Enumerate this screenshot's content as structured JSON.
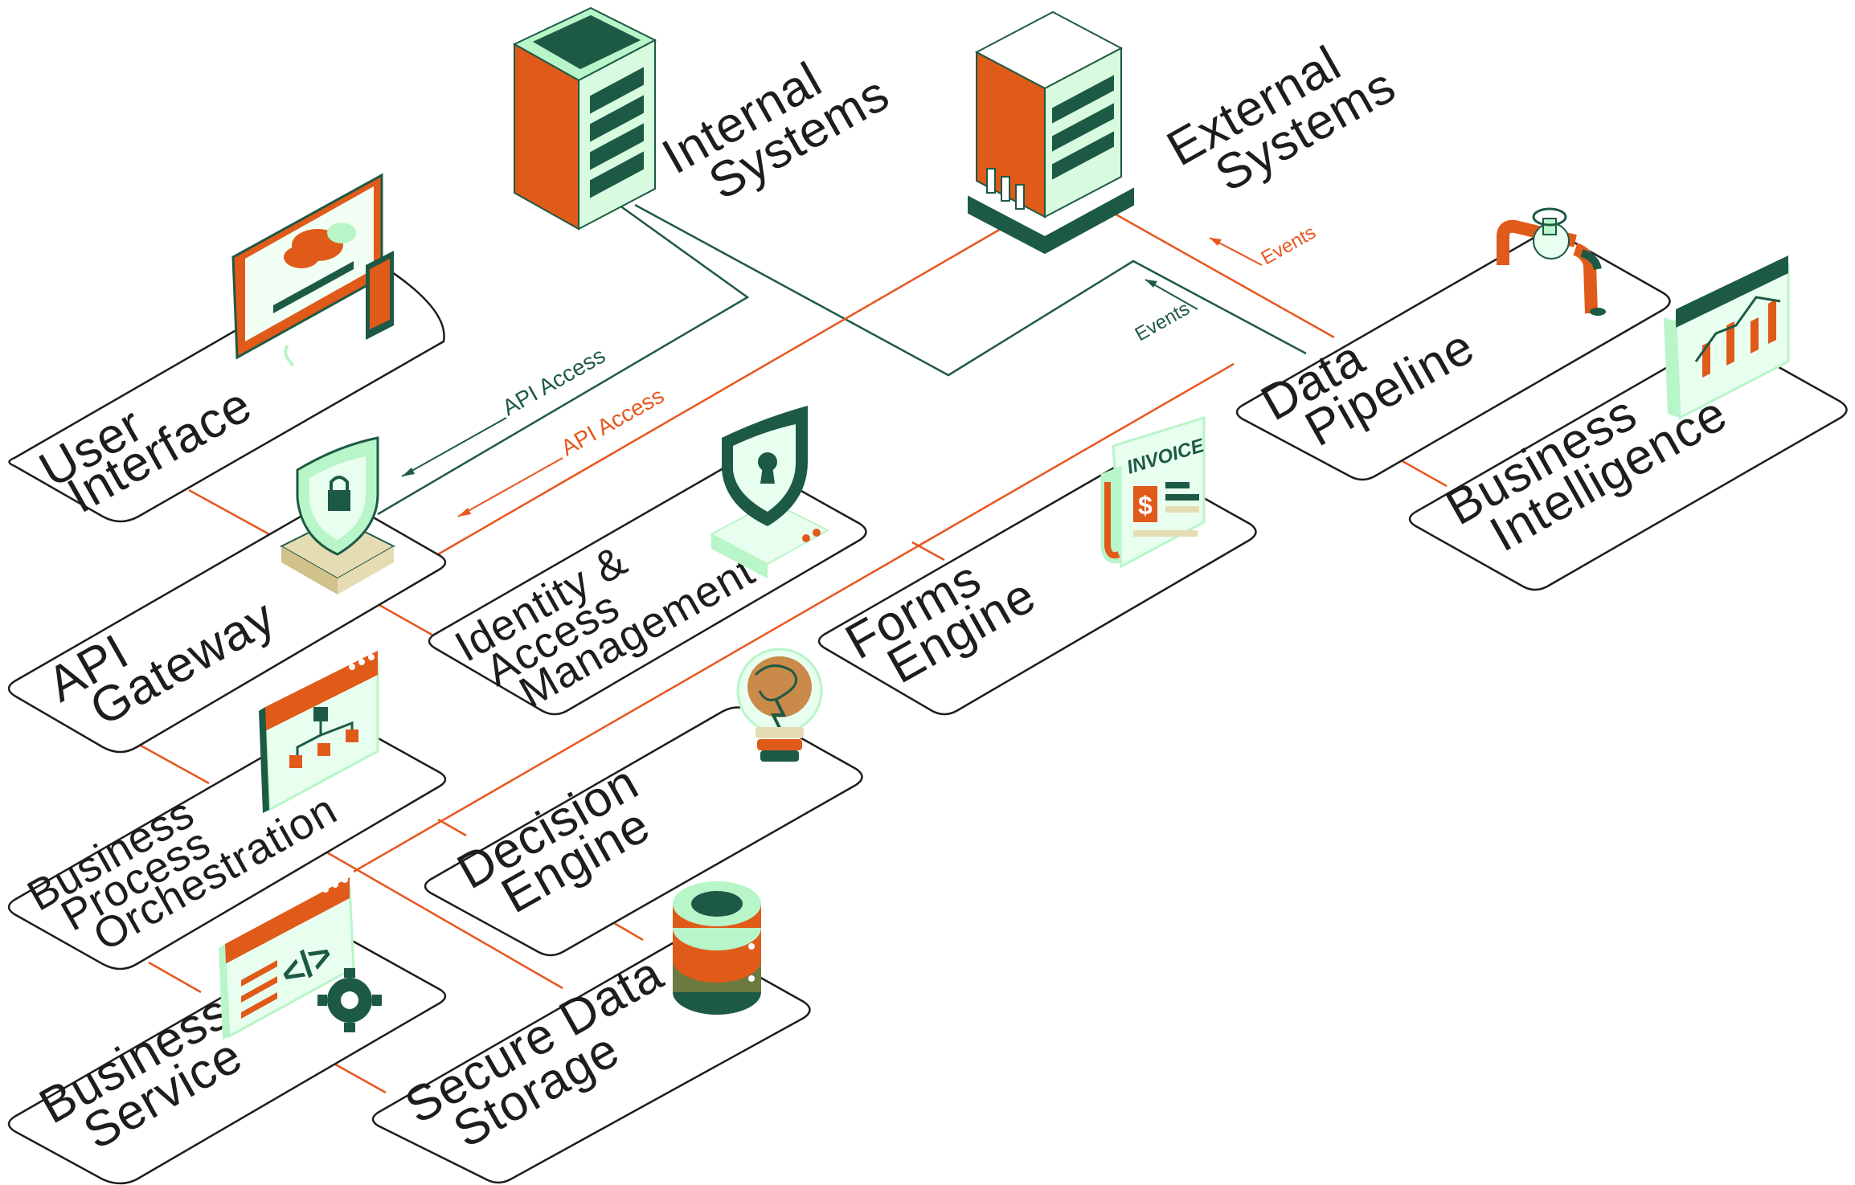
{
  "colors": {
    "line_orange": "#e8561e",
    "line_green": "#1f5a44",
    "dark_green": "#1d5a45",
    "light_green": "#b8f5c8",
    "orange": "#e05a1a",
    "beige": "#e6dcb4",
    "outline": "#1d1d1b"
  },
  "nodes": {
    "internal_systems": {
      "line1": "Internal",
      "line2": "Systems",
      "icon": "server-rack-icon"
    },
    "external_systems": {
      "line1": "External",
      "line2": "Systems",
      "icon": "server-icon"
    },
    "user_interface": {
      "line1": "User",
      "line2": "Interface",
      "icon": "monitor-cloud-icon"
    },
    "api_gateway": {
      "line1": "API",
      "line2": "Gateway",
      "icon": "shield-lock-icon"
    },
    "iam": {
      "line1": "Identity &",
      "line2": "Access",
      "line3": "Management",
      "icon": "shield-keyhole-icon"
    },
    "forms_engine": {
      "line1": "Forms",
      "line2": "Engine",
      "icon": "invoice-icon",
      "icon_text": "INVOICE",
      "icon_symbol": "$"
    },
    "data_pipeline": {
      "line1": "Data",
      "line2": "Pipeline",
      "icon": "pipe-valve-icon"
    },
    "business_intelligence": {
      "line1": "Business",
      "line2": "Intelligence",
      "icon": "bar-chart-icon"
    },
    "bpo": {
      "line1": "Business",
      "line2": "Process",
      "line3": "Orchestration",
      "icon": "flowchart-window-icon"
    },
    "decision_engine": {
      "line1": "Decision",
      "line2": "Engine",
      "icon": "brain-bulb-icon"
    },
    "business_service": {
      "line1": "Business",
      "line2": "Service",
      "icon": "code-gear-icon",
      "icon_text": "</>"
    },
    "secure_data_storage": {
      "line1": "Secure Data",
      "line2": "Storage",
      "icon": "database-icon"
    }
  },
  "connectors": {
    "api_access_green": "API Access",
    "api_access_orange": "API Access",
    "events_green": "Events",
    "events_orange": "Events"
  }
}
